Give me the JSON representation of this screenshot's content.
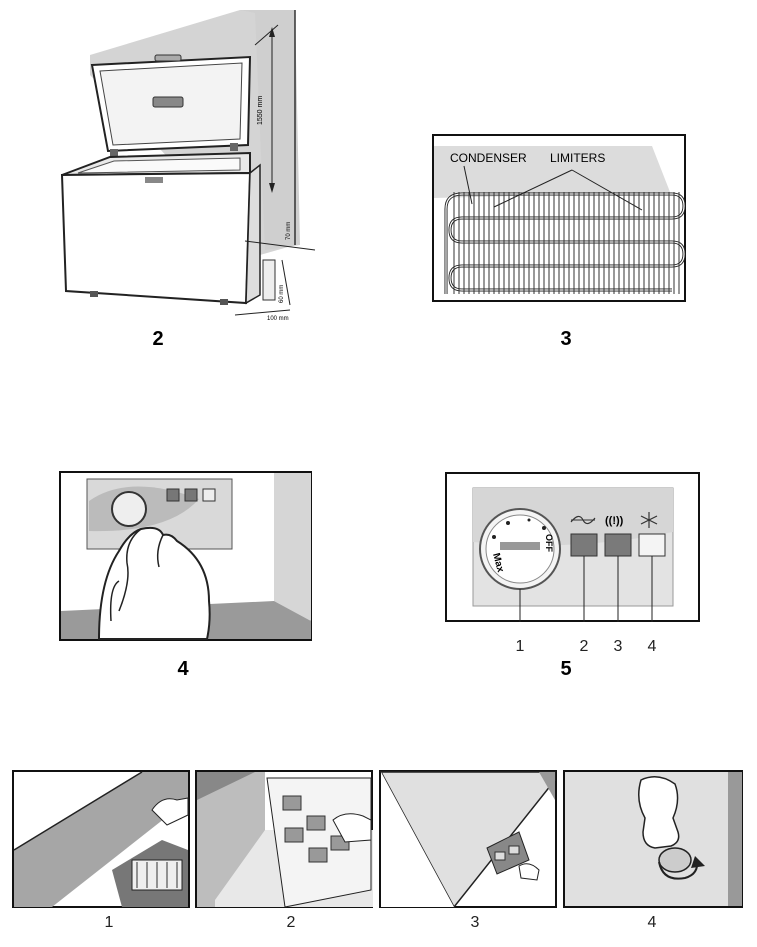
{
  "figures": {
    "fig2": {
      "number": "2",
      "dim_height": "1550 mm",
      "dim_side_gap": "70 mm",
      "dim_vent": "60 mm",
      "dim_back_gap": "100 mm"
    },
    "fig3": {
      "number": "3",
      "label_condenser": "CONDENSER",
      "label_limiters": "LIMITERS"
    },
    "fig4": {
      "number": "4"
    },
    "fig5": {
      "number": "5",
      "knob_max": "Max",
      "knob_off": "OFF",
      "callouts": [
        "1",
        "2",
        "3",
        "4"
      ]
    },
    "steps": {
      "labels": [
        "1",
        "2",
        "3",
        "4"
      ]
    }
  },
  "colors": {
    "panel_bg": "#d9d9d9",
    "light_gray": "#e6e6e6",
    "mid_gray": "#9a9a9a",
    "dark_gray": "#6e6e6e",
    "line": "#1a1a1a"
  }
}
